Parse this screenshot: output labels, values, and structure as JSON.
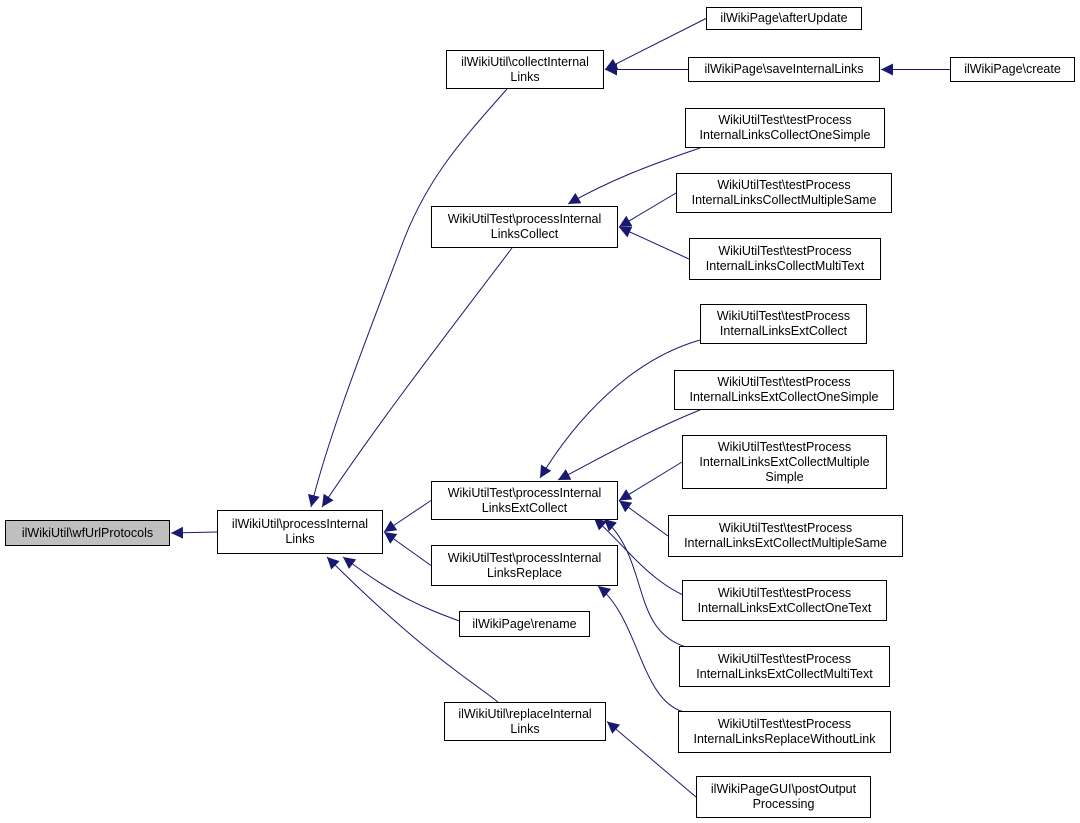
{
  "colors": {
    "edge": "#191970",
    "root_fill": "#bfbfbf",
    "node_fill": "#ffffff",
    "border": "#000000"
  },
  "nodes": {
    "wfUrlProtocols": [
      "ilWikiUtil\\wfUrlProtocols"
    ],
    "processInternalLinks": [
      "ilWikiUtil\\processInternal",
      "Links"
    ],
    "collectInternalLinks": [
      "ilWikiUtil\\collectInternal",
      "Links"
    ],
    "processInternalLinksCollect": [
      "WikiUtilTest\\processInternal",
      "LinksCollect"
    ],
    "processInternalLinksExtCollect": [
      "WikiUtilTest\\processInternal",
      "LinksExtCollect"
    ],
    "processInternalLinksReplace": [
      "WikiUtilTest\\processInternal",
      "LinksReplace"
    ],
    "rename": [
      "ilWikiPage\\rename"
    ],
    "replaceInternalLinks": [
      "ilWikiUtil\\replaceInternal",
      "Links"
    ],
    "afterUpdate": [
      "ilWikiPage\\afterUpdate"
    ],
    "saveInternalLinks": [
      "ilWikiPage\\saveInternalLinks"
    ],
    "create": [
      "ilWikiPage\\create"
    ],
    "testCollectOneSimple": [
      "WikiUtilTest\\testProcess",
      "InternalLinksCollectOneSimple"
    ],
    "testCollectMultipleSame": [
      "WikiUtilTest\\testProcess",
      "InternalLinksCollectMultipleSame"
    ],
    "testCollectMultiText": [
      "WikiUtilTest\\testProcess",
      "InternalLinksCollectMultiText"
    ],
    "testExtCollect": [
      "WikiUtilTest\\testProcess",
      "InternalLinksExtCollect"
    ],
    "testExtCollectOneSimple": [
      "WikiUtilTest\\testProcess",
      "InternalLinksExtCollectOneSimple"
    ],
    "testExtCollectMultipleSimple": [
      "WikiUtilTest\\testProcess",
      "InternalLinksExtCollectMultiple",
      "Simple"
    ],
    "testExtCollectMultipleSame": [
      "WikiUtilTest\\testProcess",
      "InternalLinksExtCollectMultipleSame"
    ],
    "testExtCollectOneText": [
      "WikiUtilTest\\testProcess",
      "InternalLinksExtCollectOneText"
    ],
    "testExtCollectMultiText": [
      "WikiUtilTest\\testProcess",
      "InternalLinksExtCollectMultiText"
    ],
    "testReplaceWithoutLink": [
      "WikiUtilTest\\testProcess",
      "InternalLinksReplaceWithoutLink"
    ],
    "postOutputProcessing": [
      "ilWikiPageGUI\\postOutput",
      "Processing"
    ]
  },
  "edges": [
    [
      "processInternalLinks",
      "wfUrlProtocols"
    ],
    [
      "collectInternalLinks",
      "processInternalLinks"
    ],
    [
      "processInternalLinksCollect",
      "processInternalLinks"
    ],
    [
      "processInternalLinksExtCollect",
      "processInternalLinks"
    ],
    [
      "processInternalLinksReplace",
      "processInternalLinks"
    ],
    [
      "rename",
      "processInternalLinks"
    ],
    [
      "replaceInternalLinks",
      "processInternalLinks"
    ],
    [
      "afterUpdate",
      "collectInternalLinks"
    ],
    [
      "saveInternalLinks",
      "collectInternalLinks"
    ],
    [
      "create",
      "saveInternalLinks"
    ],
    [
      "testCollectOneSimple",
      "processInternalLinksCollect"
    ],
    [
      "testCollectMultipleSame",
      "processInternalLinksCollect"
    ],
    [
      "testCollectMultiText",
      "processInternalLinksCollect"
    ],
    [
      "testExtCollect",
      "processInternalLinksExtCollect"
    ],
    [
      "testExtCollectOneSimple",
      "processInternalLinksExtCollect"
    ],
    [
      "testExtCollectMultipleSimple",
      "processInternalLinksExtCollect"
    ],
    [
      "testExtCollectMultipleSame",
      "processInternalLinksExtCollect"
    ],
    [
      "testExtCollectOneText",
      "processInternalLinksExtCollect"
    ],
    [
      "testExtCollectMultiText",
      "processInternalLinksExtCollect"
    ],
    [
      "testReplaceWithoutLink",
      "processInternalLinksReplace"
    ],
    [
      "postOutputProcessing",
      "replaceInternalLinks"
    ]
  ]
}
